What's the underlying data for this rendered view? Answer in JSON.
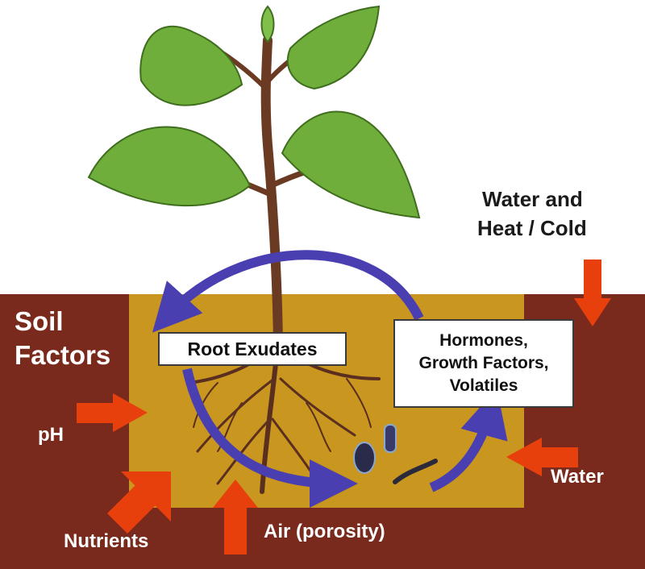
{
  "colors": {
    "soil_outer": "#7a2a1c",
    "soil_inner": "#c9961f",
    "arrow_factor": "#e8400c",
    "arrow_cycle": "#4a3fb0",
    "leaf": "#6fae3a",
    "stem": "#6b3a22",
    "root": "#5a2f1f"
  },
  "labels": {
    "soil_factors": "Soil Factors",
    "ph": "pH",
    "nutrients": "Nutrients",
    "air": "Air (porosity)",
    "water": "Water",
    "water_heat_line1": "Water and",
    "water_heat_line2": "Heat / Cold",
    "root_exudates": "Root Exudates",
    "hormones_line1": "Hormones,",
    "hormones_line2": "Growth Factors,",
    "hormones_line3": "Volatiles"
  }
}
